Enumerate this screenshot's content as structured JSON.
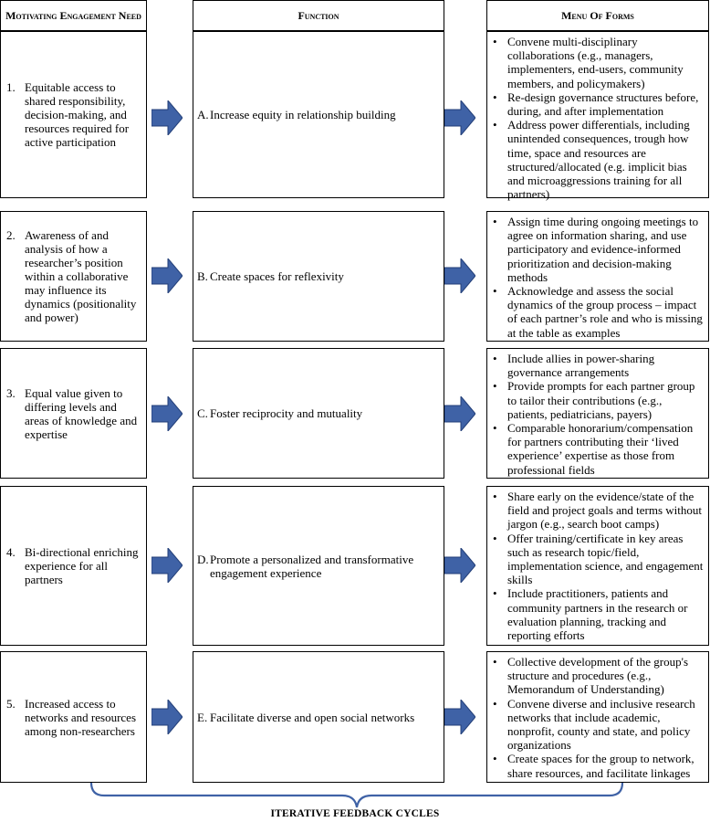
{
  "headers": {
    "need": "Motivating Engagement Need",
    "function": "Function",
    "menu": "Menu Of Forms"
  },
  "rows": [
    {
      "need_num": "1.",
      "need": "Equitable access to shared responsibility, decision-making, and resources required for active participation",
      "func_letter": "A.",
      "func": "Increase equity in relationship building",
      "menu": [
        "Convene multi-disciplinary collaborations (e.g., managers, implementers, end-users, community members, and policymakers)",
        "Re-design governance structures before, during, and after implementation",
        "Address power differentials, including unintended consequences, trough how time, space and resources are structured/allocated (e.g. implicit bias and microaggressions training for all partners)"
      ]
    },
    {
      "need_num": "2.",
      "need": "Awareness of and analysis of how a researcher’s position within a collaborative may influence its dynamics (positionality and power)",
      "func_letter": "B.",
      "func": "Create spaces for reflexivity",
      "menu": [
        "Assign time during ongoing meetings to agree on information sharing, and use participatory and evidence-informed prioritization and decision-making methods",
        "Acknowledge and assess the social dynamics of the group process – impact of each partner’s role and who is missing at the table as examples"
      ]
    },
    {
      "need_num": "3.",
      "need": "Equal value given to differing levels and areas of knowledge and expertise",
      "func_letter": "C.",
      "func": "Foster reciprocity and mutuality",
      "menu": [
        "Include allies in power-sharing governance arrangements",
        "Provide prompts for each partner group to tailor their contributions (e.g., patients, pediatricians, payers)",
        "Comparable honorarium/compensation for partners contributing their ‘lived experience’ expertise as those from professional fields"
      ]
    },
    {
      "need_num": "4.",
      "need": "Bi-directional enriching experience for all partners",
      "func_letter": "D.",
      "func": "Promote a personalized and transformative engagement experience",
      "menu": [
        "Share early on the evidence/state of the field and project goals and terms without jargon (e.g., search boot camps)",
        "Offer training/certificate in key areas such as research topic/field, implementation science, and engagement skills",
        "Include practitioners, patients and community partners in the research or evaluation planning, tracking and reporting efforts"
      ]
    },
    {
      "need_num": "5.",
      "need": "Increased access to networks and resources among non-researchers",
      "func_letter": "E.",
      "func": "Facilitate diverse and open social networks",
      "menu": [
        "Collective development of the group's structure and procedures (e.g., Memorandum of Understanding)",
        "Convene diverse and inclusive research networks that include academic, nonprofit, county and state, and policy organizations",
        "Create spaces for the group to network, share resources, and facilitate linkages"
      ]
    }
  ],
  "bullet_char": "•",
  "footer": "ITERATIVE FEEDBACK CYCLES",
  "colors": {
    "arrow_fill": "#3f62a6",
    "arrow_stroke": "#233f78",
    "bracket": "#3f62a6"
  }
}
